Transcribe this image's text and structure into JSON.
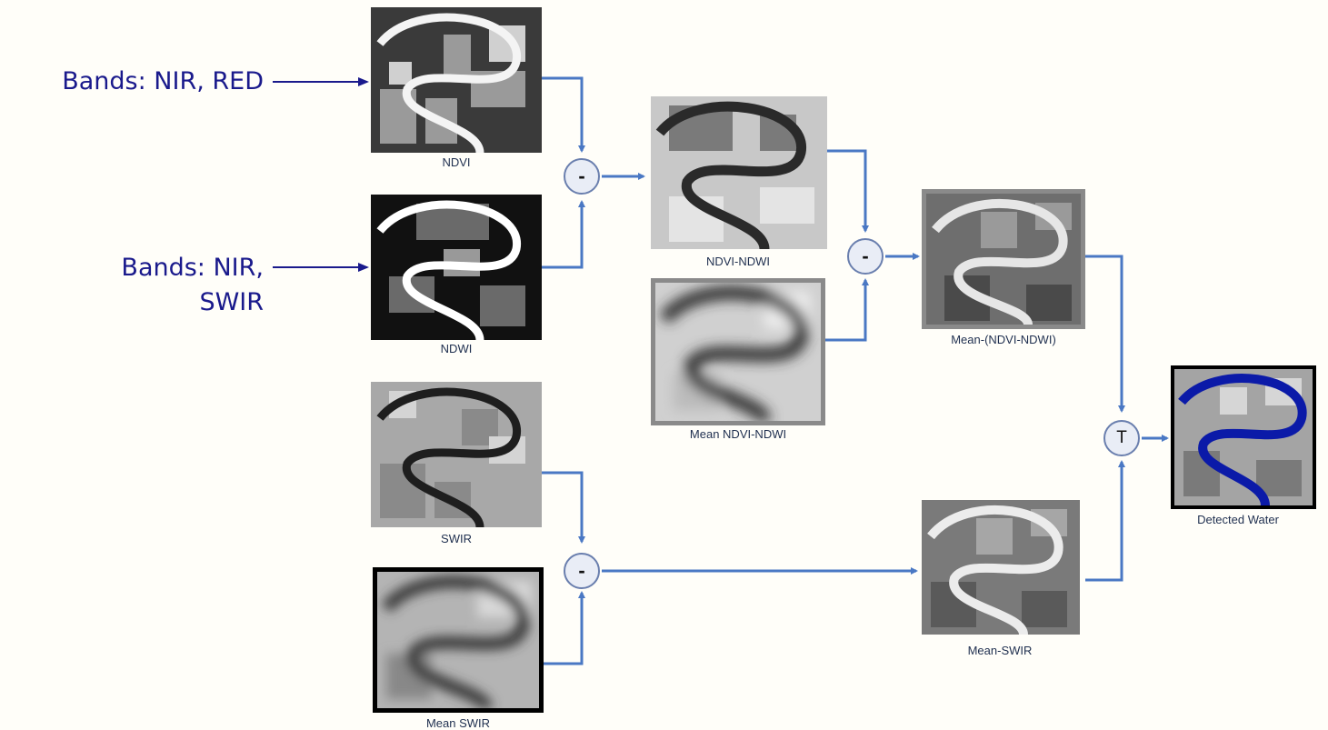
{
  "labels": {
    "bands_ndvi": "Bands: NIR, RED",
    "bands_ndwi_line1": "Bands: NIR,",
    "bands_ndwi_line2": "SWIR"
  },
  "captions": {
    "ndvi": "NDVI",
    "ndwi": "NDWI",
    "swir": "SWIR",
    "mean_swir": "Mean SWIR",
    "ndvi_ndwi": "NDVI-NDWI",
    "mean_ndvi_ndwi": "Mean NDVI-NDWI",
    "mean_minus_ndvi_ndwi": "Mean-(NDVI-NDWI)",
    "mean_minus_swir": "Mean-SWIR",
    "detected_water": "Detected Water"
  },
  "operators": {
    "op1": "-",
    "op2": "-",
    "op3": "-",
    "threshold": "T"
  },
  "colors": {
    "arrow": "#4a78c4",
    "label_text": "#1a1a8c",
    "water": "#0b1aa8"
  }
}
